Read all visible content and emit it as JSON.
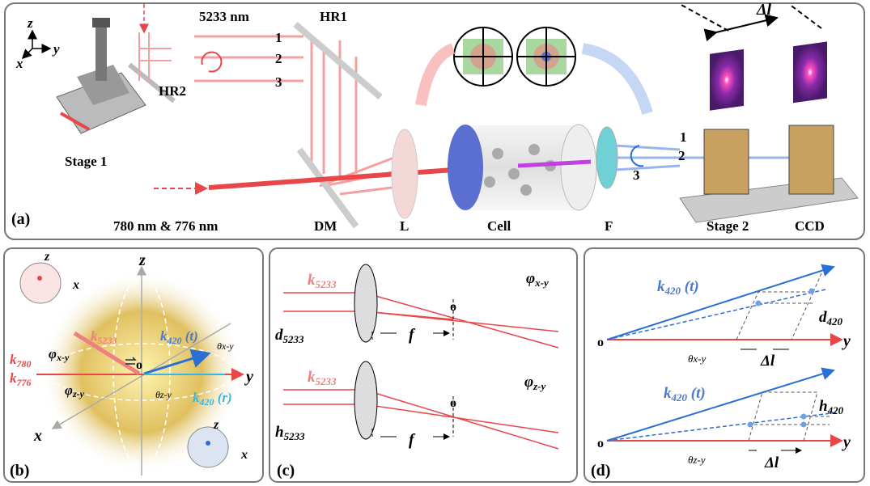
{
  "colors": {
    "red": "#e8474a",
    "pink": "#f08080",
    "blue": "#2a6fd6",
    "lightblue": "#35b6e8",
    "panel_border": "#777777"
  },
  "panel_a": {
    "label": "(a)",
    "wavelength_5233": "5233 nm",
    "hr1": "HR1",
    "hr2": "HR2",
    "stage1": "Stage 1",
    "input_beams": "780 nm & 776 nm",
    "dm": "DM",
    "lens": "L",
    "cell": "Cell",
    "filter": "F",
    "stage2": "Stage 2",
    "ccd": "CCD",
    "delta_l": "Δl",
    "beam_labels_left": [
      "1",
      "2",
      "3"
    ],
    "beam_labels_right": [
      "1",
      "2",
      "3"
    ],
    "axes": {
      "z": "z",
      "y": "y",
      "x": "x"
    }
  },
  "panel_b": {
    "label": "(b)",
    "z_axis": "z",
    "y_axis": "y",
    "x_axis": "x",
    "origin": "o",
    "k5233": {
      "k": "k",
      "sub": "5233"
    },
    "k420t": {
      "k": "k",
      "sub": "420",
      "suffix": " (t)"
    },
    "k420r": {
      "k": "k",
      "sub": "420",
      "suffix": " (r)"
    },
    "k780": {
      "k": "k",
      "sub": "780"
    },
    "k776": {
      "k": "k",
      "sub": "776"
    },
    "phi_xy": {
      "p": "φ",
      "sub": "x-y"
    },
    "phi_zy": {
      "p": "φ",
      "sub": "z-y"
    },
    "theta_xy": "θx-y",
    "theta_zy": "θz-y",
    "inset_red": {
      "z": "z",
      "x": "x"
    },
    "inset_blue": {
      "z": "z",
      "x": "x"
    }
  },
  "panel_c": {
    "label": "(c)",
    "top": {
      "k": "k",
      "k_sub": "5233",
      "phi": "φ",
      "phi_sub": "x-y",
      "origin": "o",
      "d": "d",
      "d_sub": "5233",
      "f": "f"
    },
    "bottom": {
      "k": "k",
      "k_sub": "5233",
      "phi": "φ",
      "phi_sub": "z-y",
      "origin": "o",
      "h": "h",
      "h_sub": "5233",
      "f": "f"
    }
  },
  "panel_d": {
    "label": "(d)",
    "top": {
      "k": "k",
      "k_sub": "420",
      "k_suffix": " (t)",
      "d": "d",
      "d_sub": "420",
      "origin": "o",
      "y": "y",
      "theta": "θx-y",
      "delta_l": "Δl"
    },
    "bottom": {
      "k": "k",
      "k_sub": "420",
      "k_suffix": " (t)",
      "h": "h",
      "h_sub": "420",
      "origin": "o",
      "y": "y",
      "theta": "θz-y",
      "delta_l": "Δl"
    }
  }
}
